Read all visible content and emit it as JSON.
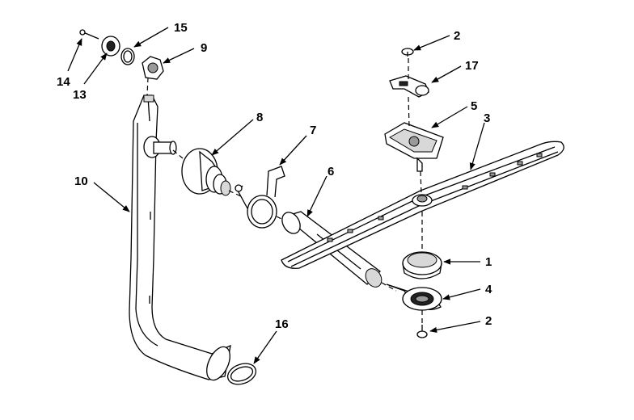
{
  "callouts": [
    {
      "id": "c1",
      "text": "1"
    },
    {
      "id": "c2a",
      "text": "2"
    },
    {
      "id": "c2b",
      "text": "2"
    },
    {
      "id": "c3",
      "text": "3"
    },
    {
      "id": "c4",
      "text": "4"
    },
    {
      "id": "c5",
      "text": "5"
    },
    {
      "id": "c6",
      "text": "6"
    },
    {
      "id": "c7",
      "text": "7"
    },
    {
      "id": "c8",
      "text": "8"
    },
    {
      "id": "c9",
      "text": "9"
    },
    {
      "id": "c10",
      "text": "10"
    },
    {
      "id": "c13",
      "text": "13"
    },
    {
      "id": "c14",
      "text": "14"
    },
    {
      "id": "c15",
      "text": "15"
    },
    {
      "id": "c16",
      "text": "16"
    },
    {
      "id": "c17",
      "text": "17"
    }
  ]
}
